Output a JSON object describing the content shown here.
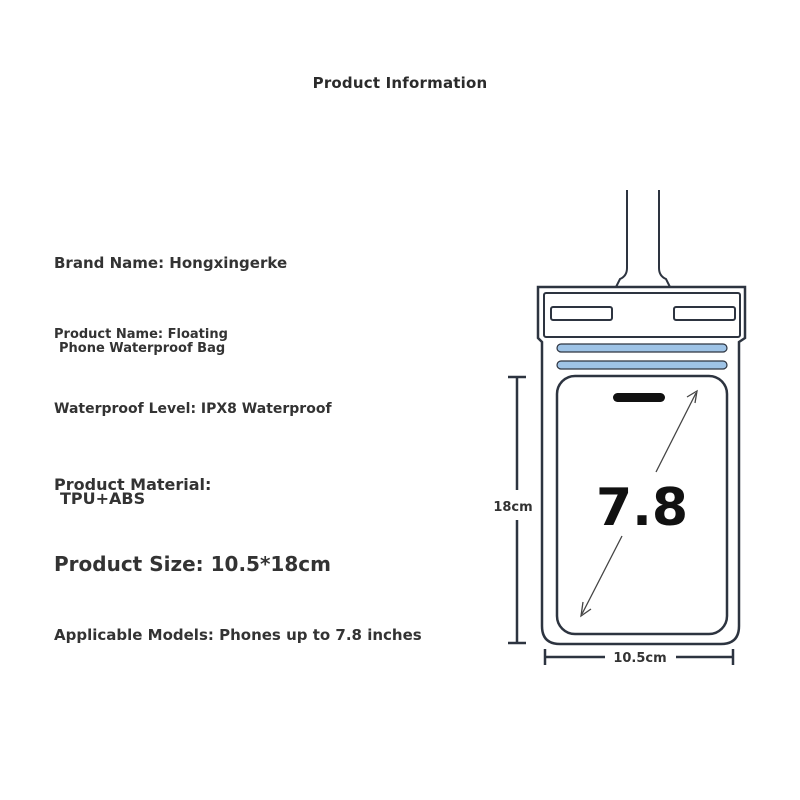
{
  "title": "Product Information",
  "specs": {
    "brand": "Brand Name: Hongxingerke",
    "name_line1": "Product Name: Floating",
    "name_line2": "Phone Waterproof Bag",
    "waterproof": "Waterproof Level: IPX8 Waterproof",
    "material_line1": "Product Material:",
    "material_line2": "TPU+ABS",
    "size": "Product Size: 10.5*18cm",
    "models": "Applicable Models: Phones up to 7.8 inches"
  },
  "diagram": {
    "screen_label": "7.8",
    "height_label": "18cm",
    "width_label": "10.5cm",
    "stripe_color": "#9ec3e6",
    "outline_color": "#2d3440"
  }
}
